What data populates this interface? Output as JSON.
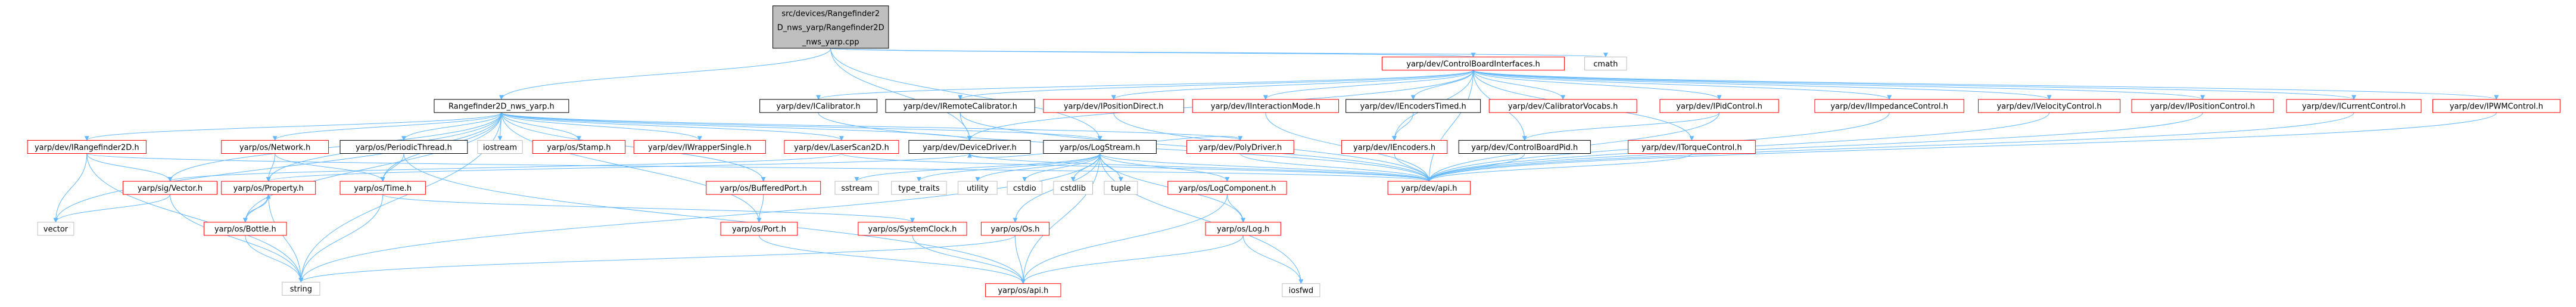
{
  "colors": {
    "root_fill": "#bfbfbf",
    "node_fill": "#ffffff",
    "border_documented": "#000000",
    "border_red": "#ff0000",
    "border_missing": "#bfbfbf",
    "text": "#000000",
    "edge": "#63b8ff"
  },
  "graph": {
    "nodes": [
      {
        "id": "root",
        "lines": [
          "src/devices/Rangefinder2",
          "D_nws_yarp/Rangefinder2D",
          "_nws_yarp.cpp"
        ],
        "kind": "root"
      },
      {
        "id": "rf_h",
        "lines": [
          "Rangefinder2D_nws_yarp.h"
        ],
        "kind": "doc"
      },
      {
        "id": "cbi_h",
        "lines": [
          "yarp/dev/ControlBoardInterfaces.h"
        ],
        "kind": "red"
      },
      {
        "id": "cmath",
        "lines": [
          "cmath"
        ],
        "kind": "missing"
      },
      {
        "id": "icalibrator",
        "lines": [
          "yarp/dev/ICalibrator.h"
        ],
        "kind": "doc"
      },
      {
        "id": "iremotecal",
        "lines": [
          "yarp/dev/IRemoteCalibrator.h"
        ],
        "kind": "doc"
      },
      {
        "id": "iposdirect",
        "lines": [
          "yarp/dev/IPositionDirect.h"
        ],
        "kind": "red"
      },
      {
        "id": "iintmode",
        "lines": [
          "yarp/dev/IInteractionMode.h"
        ],
        "kind": "red"
      },
      {
        "id": "ienctimed",
        "lines": [
          "yarp/dev/IEncodersTimed.h"
        ],
        "kind": "doc"
      },
      {
        "id": "icalvocabs",
        "lines": [
          "yarp/dev/CalibratorVocabs.h"
        ],
        "kind": "red"
      },
      {
        "id": "ipid",
        "lines": [
          "yarp/dev/IPidControl.h"
        ],
        "kind": "red"
      },
      {
        "id": "iimped",
        "lines": [
          "yarp/dev/IImpedanceControl.h"
        ],
        "kind": "red"
      },
      {
        "id": "ivel",
        "lines": [
          "yarp/dev/IVelocityControl.h"
        ],
        "kind": "red"
      },
      {
        "id": "ipos",
        "lines": [
          "yarp/dev/IPositionControl.h"
        ],
        "kind": "red"
      },
      {
        "id": "icur",
        "lines": [
          "yarp/dev/ICurrentControl.h"
        ],
        "kind": "red"
      },
      {
        "id": "ipwm",
        "lines": [
          "yarp/dev/IPWMControl.h"
        ],
        "kind": "red"
      },
      {
        "id": "irf",
        "lines": [
          "yarp/dev/IRangefinder2D.h"
        ],
        "kind": "red"
      },
      {
        "id": "network",
        "lines": [
          "yarp/os/Network.h"
        ],
        "kind": "red"
      },
      {
        "id": "periodic",
        "lines": [
          "yarp/os/PeriodicThread.h"
        ],
        "kind": "doc"
      },
      {
        "id": "iostream",
        "lines": [
          "iostream"
        ],
        "kind": "missing"
      },
      {
        "id": "stamp",
        "lines": [
          "yarp/os/Stamp.h"
        ],
        "kind": "red"
      },
      {
        "id": "wrapsingle",
        "lines": [
          "yarp/dev/IWrapperSingle.h"
        ],
        "kind": "red"
      },
      {
        "id": "laserscan",
        "lines": [
          "yarp/dev/LaserScan2D.h"
        ],
        "kind": "red"
      },
      {
        "id": "devdriver",
        "lines": [
          "yarp/dev/DeviceDriver.h"
        ],
        "kind": "doc"
      },
      {
        "id": "logstream",
        "lines": [
          "yarp/os/LogStream.h"
        ],
        "kind": "doc"
      },
      {
        "id": "polydriver",
        "lines": [
          "yarp/dev/PolyDriver.h"
        ],
        "kind": "red"
      },
      {
        "id": "iencoders",
        "lines": [
          "yarp/dev/IEncoders.h"
        ],
        "kind": "red"
      },
      {
        "id": "cbphd",
        "lines": [
          "yarp/dev/ControlBoardPid.h"
        ],
        "kind": "doc"
      },
      {
        "id": "itorque",
        "lines": [
          "yarp/dev/ITorqueControl.h"
        ],
        "kind": "red"
      },
      {
        "id": "vector_h",
        "lines": [
          "yarp/sig/Vector.h"
        ],
        "kind": "red"
      },
      {
        "id": "property",
        "lines": [
          "yarp/os/Property.h"
        ],
        "kind": "red"
      },
      {
        "id": "time_h",
        "lines": [
          "yarp/os/Time.h"
        ],
        "kind": "red"
      },
      {
        "id": "bufport",
        "lines": [
          "yarp/os/BufferedPort.h"
        ],
        "kind": "red"
      },
      {
        "id": "sstream",
        "lines": [
          "sstream"
        ],
        "kind": "missing"
      },
      {
        "id": "type_traits",
        "lines": [
          "type_traits"
        ],
        "kind": "missing"
      },
      {
        "id": "utility",
        "lines": [
          "utility"
        ],
        "kind": "missing"
      },
      {
        "id": "cstdio",
        "lines": [
          "cstdio"
        ],
        "kind": "missing"
      },
      {
        "id": "cstdlib",
        "lines": [
          "cstdlib"
        ],
        "kind": "missing"
      },
      {
        "id": "tuple",
        "lines": [
          "tuple"
        ],
        "kind": "missing"
      },
      {
        "id": "logcomp",
        "lines": [
          "yarp/os/LogComponent.h"
        ],
        "kind": "red"
      },
      {
        "id": "devapi",
        "lines": [
          "yarp/dev/api.h"
        ],
        "kind": "red"
      },
      {
        "id": "vector",
        "lines": [
          "vector"
        ],
        "kind": "missing"
      },
      {
        "id": "bottle",
        "lines": [
          "yarp/os/Bottle.h"
        ],
        "kind": "red"
      },
      {
        "id": "port",
        "lines": [
          "yarp/os/Port.h"
        ],
        "kind": "red"
      },
      {
        "id": "sysclock",
        "lines": [
          "yarp/os/SystemClock.h"
        ],
        "kind": "red"
      },
      {
        "id": "os_h",
        "lines": [
          "yarp/os/Os.h"
        ],
        "kind": "red"
      },
      {
        "id": "log_h",
        "lines": [
          "yarp/os/Log.h"
        ],
        "kind": "red"
      },
      {
        "id": "string",
        "lines": [
          "string"
        ],
        "kind": "missing"
      },
      {
        "id": "osapi",
        "lines": [
          "yarp/os/api.h"
        ],
        "kind": "red"
      },
      {
        "id": "iosfwd",
        "lines": [
          "iosfwd"
        ],
        "kind": "missing"
      }
    ],
    "edges": [
      [
        "root",
        "rf_h"
      ],
      [
        "root",
        "cbi_h"
      ],
      [
        "root",
        "cmath"
      ],
      [
        "root",
        "devdriver"
      ],
      [
        "root",
        "logstream"
      ],
      [
        "cbi_h",
        "icalibrator"
      ],
      [
        "cbi_h",
        "iremotecal"
      ],
      [
        "cbi_h",
        "iposdirect"
      ],
      [
        "cbi_h",
        "iintmode"
      ],
      [
        "cbi_h",
        "ienctimed"
      ],
      [
        "cbi_h",
        "icalvocabs"
      ],
      [
        "cbi_h",
        "ipid"
      ],
      [
        "cbi_h",
        "iimped"
      ],
      [
        "cbi_h",
        "ivel"
      ],
      [
        "cbi_h",
        "ipos"
      ],
      [
        "cbi_h",
        "icur"
      ],
      [
        "cbi_h",
        "ipwm"
      ],
      [
        "cbi_h",
        "itorque"
      ],
      [
        "cbi_h",
        "iencoders"
      ],
      [
        "cbi_h",
        "cbphd"
      ],
      [
        "cbi_h",
        "devapi"
      ],
      [
        "cbi_h",
        "devdriver"
      ],
      [
        "rf_h",
        "irf"
      ],
      [
        "rf_h",
        "network"
      ],
      [
        "rf_h",
        "periodic"
      ],
      [
        "rf_h",
        "iostream"
      ],
      [
        "rf_h",
        "stamp"
      ],
      [
        "rf_h",
        "wrapsingle"
      ],
      [
        "rf_h",
        "laserscan"
      ],
      [
        "rf_h",
        "devdriver"
      ],
      [
        "rf_h",
        "logstream"
      ],
      [
        "rf_h",
        "polydriver"
      ],
      [
        "rf_h",
        "vector_h"
      ],
      [
        "rf_h",
        "property"
      ],
      [
        "rf_h",
        "time_h"
      ],
      [
        "rf_h",
        "bufport"
      ],
      [
        "rf_h",
        "vector"
      ],
      [
        "rf_h",
        "string"
      ],
      [
        "rf_h",
        "bottle"
      ],
      [
        "rf_h",
        "port"
      ],
      [
        "icalibrator",
        "devapi"
      ],
      [
        "iremotecal",
        "devdriver"
      ],
      [
        "iremotecal",
        "devapi"
      ],
      [
        "iposdirect",
        "devapi"
      ],
      [
        "iintmode",
        "devapi"
      ],
      [
        "ienctimed",
        "iencoders"
      ],
      [
        "iencoders",
        "devapi"
      ],
      [
        "ipid",
        "cbphd"
      ],
      [
        "ipid",
        "devapi"
      ],
      [
        "cbphd",
        "devapi"
      ],
      [
        "iimped",
        "devapi"
      ],
      [
        "ivel",
        "devapi"
      ],
      [
        "ipos",
        "devapi"
      ],
      [
        "icur",
        "devapi"
      ],
      [
        "ipwm",
        "devapi"
      ],
      [
        "itorque",
        "devapi"
      ],
      [
        "irf",
        "vector_h"
      ],
      [
        "irf",
        "vector"
      ],
      [
        "irf",
        "string"
      ],
      [
        "irf",
        "devapi"
      ],
      [
        "network",
        "property"
      ],
      [
        "network",
        "time_h"
      ],
      [
        "periodic",
        "time_h"
      ],
      [
        "periodic",
        "osapi"
      ],
      [
        "laserscan",
        "vector_h"
      ],
      [
        "laserscan",
        "devapi"
      ],
      [
        "devdriver",
        "property"
      ],
      [
        "devdriver",
        "devapi"
      ],
      [
        "polydriver",
        "devdriver"
      ],
      [
        "polydriver",
        "devapi"
      ],
      [
        "vector_h",
        "vector"
      ],
      [
        "vector_h",
        "string"
      ],
      [
        "property",
        "bottle"
      ],
      [
        "property",
        "string"
      ],
      [
        "bottle",
        "property"
      ],
      [
        "bottle",
        "string"
      ],
      [
        "time_h",
        "sysclock"
      ],
      [
        "time_h",
        "string"
      ],
      [
        "bufport",
        "port"
      ],
      [
        "port",
        "osapi"
      ],
      [
        "sysclock",
        "osapi"
      ],
      [
        "os_h",
        "string"
      ],
      [
        "os_h",
        "osapi"
      ],
      [
        "logstream",
        "devapi"
      ],
      [
        "logstream",
        "sstream"
      ],
      [
        "logstream",
        "type_traits"
      ],
      [
        "logstream",
        "utility"
      ],
      [
        "logstream",
        "cstdio"
      ],
      [
        "logstream",
        "cstdlib"
      ],
      [
        "logstream",
        "tuple"
      ],
      [
        "logstream",
        "logcomp"
      ],
      [
        "logstream",
        "log_h"
      ],
      [
        "logstream",
        "os_h"
      ],
      [
        "logstream",
        "osapi"
      ],
      [
        "logstream",
        "string"
      ],
      [
        "logstream",
        "iosfwd"
      ],
      [
        "logcomp",
        "log_h"
      ],
      [
        "logcomp",
        "osapi"
      ],
      [
        "log_h",
        "osapi"
      ],
      [
        "log_h",
        "iosfwd"
      ]
    ]
  }
}
